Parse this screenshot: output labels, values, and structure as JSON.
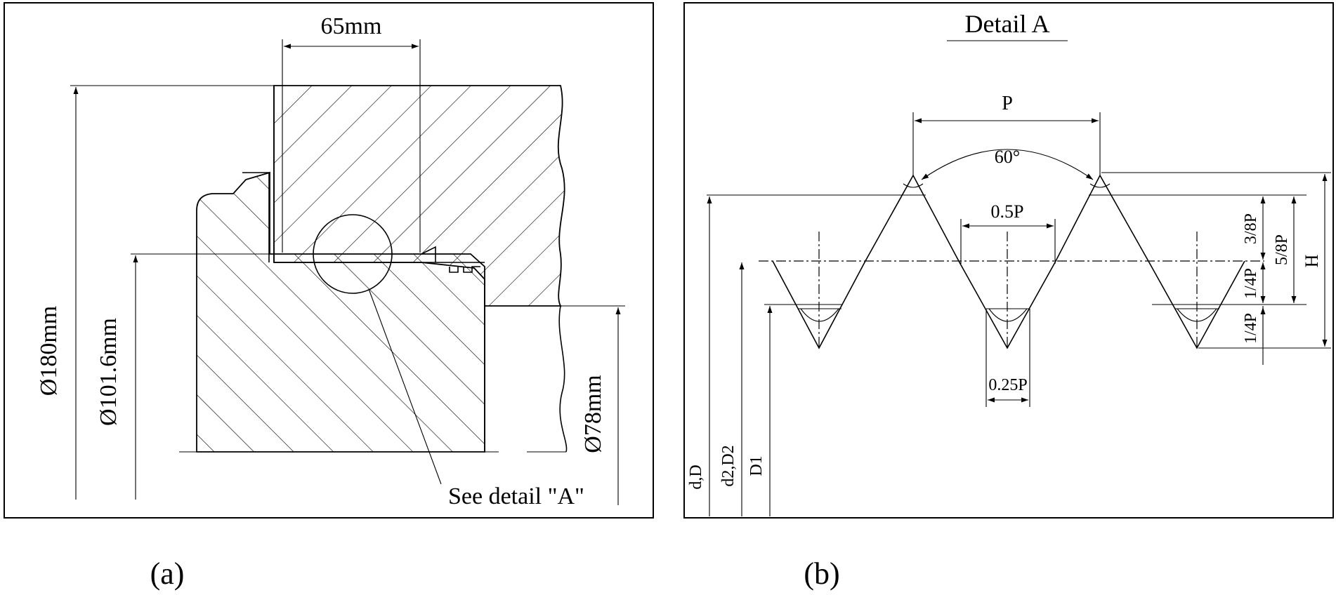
{
  "panel_a": {
    "caption": "(a)",
    "dim_width": "65mm",
    "dim_d180": "Ø180mm",
    "dim_d101": "Ø101.6mm",
    "dim_d78": "Ø78mm",
    "callout": "See detail \"A\""
  },
  "panel_b": {
    "caption": "(b)",
    "title": "Detail  A",
    "pitch": "P",
    "angle": "60°",
    "half_pitch": "0.5P",
    "quarter_pitch": "0.25P",
    "three_eighths": "3/8P",
    "five_eighths": "5/8P",
    "quarter_top": "1/4P",
    "quarter_bottom": "1/4P",
    "height": "H",
    "major_dia": "d,D",
    "pitch_dia": "d2,D2",
    "minor_dia": "D1"
  }
}
